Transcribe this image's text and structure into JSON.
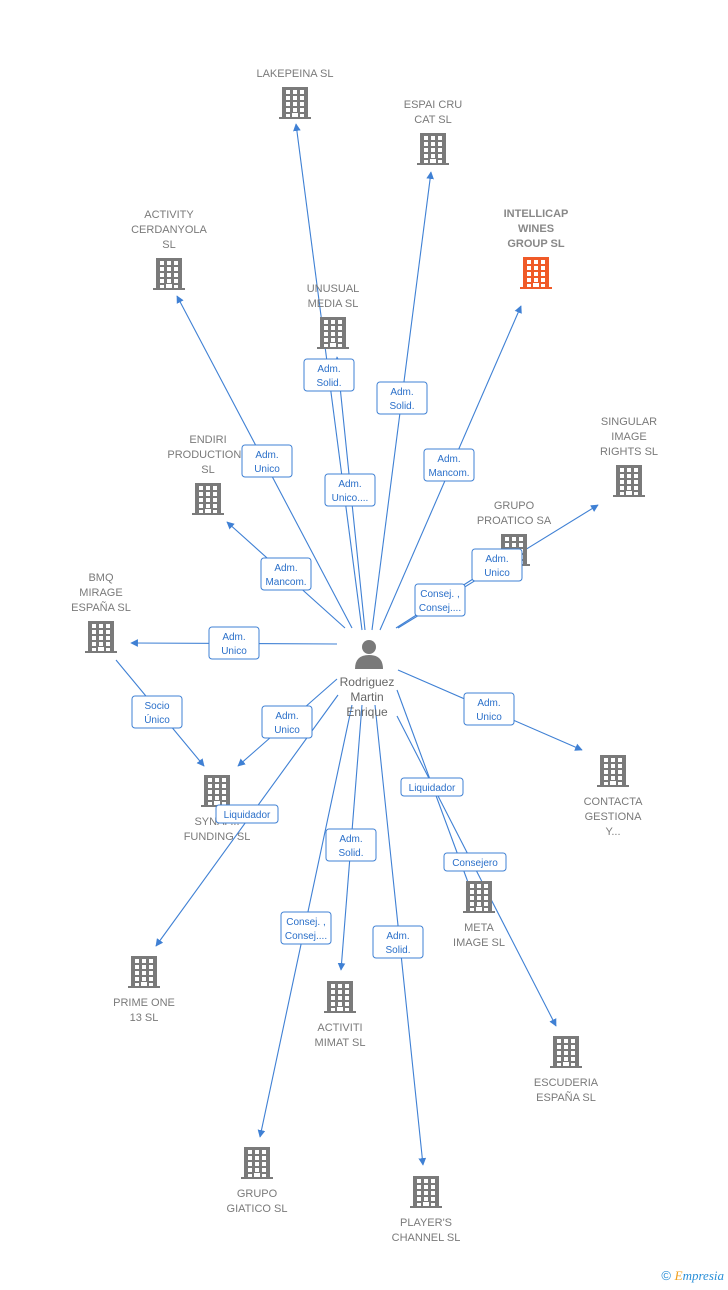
{
  "colors": {
    "edge": "#3f80d4",
    "building": "#7a7a7a",
    "highlight": "#f05a28",
    "label": "#7a7a7a"
  },
  "center": {
    "name_lines": [
      "Rodriguez",
      "Martin",
      "Enrique"
    ],
    "icon": "person-icon"
  },
  "companies": [
    {
      "id": "lakepeina",
      "lines": [
        "LAKEPEINA SL"
      ]
    },
    {
      "id": "espai",
      "lines": [
        "ESPAI CRU",
        "CAT  SL"
      ]
    },
    {
      "id": "intellicap",
      "lines": [
        "INTELLICAP",
        "WINES",
        "GROUP  SL"
      ],
      "highlight": true
    },
    {
      "id": "activity",
      "lines": [
        "ACTIVITY",
        "CERDANYOLA",
        "SL"
      ]
    },
    {
      "id": "unusual",
      "lines": [
        "UNUSUAL",
        "MEDIA SL"
      ]
    },
    {
      "id": "singular",
      "lines": [
        "SINGULAR",
        "IMAGE",
        "RIGHTS  SL"
      ]
    },
    {
      "id": "endiri",
      "lines": [
        "ENDIRI",
        "PRODUCTIONS",
        "SL"
      ]
    },
    {
      "id": "grupo_proatico",
      "lines": [
        "GRUPO",
        "PROATICO SA"
      ]
    },
    {
      "id": "bmq",
      "lines": [
        "BMQ",
        "MIRAGE",
        "ESPAÑA SL"
      ]
    },
    {
      "id": "synap",
      "lines": [
        "SYNAP...",
        "FUNDING  SL"
      ]
    },
    {
      "id": "contacta",
      "lines": [
        "CONTACTA",
        "GESTIONA",
        "Y..."
      ]
    },
    {
      "id": "meta",
      "lines": [
        "META",
        "IMAGE SL"
      ]
    },
    {
      "id": "prime",
      "lines": [
        "PRIME ONE",
        "13  SL"
      ]
    },
    {
      "id": "activiti",
      "lines": [
        "ACTIVITI",
        "MIMAT SL"
      ]
    },
    {
      "id": "escuderia",
      "lines": [
        "ESCUDERIA",
        "ESPAÑA SL"
      ]
    },
    {
      "id": "giatico",
      "lines": [
        "GRUPO",
        "GIATICO SL"
      ]
    },
    {
      "id": "players",
      "lines": [
        "PLAYER'S",
        "CHANNEL SL"
      ]
    }
  ],
  "edges": [
    {
      "to": "lakepeina",
      "label": [
        "Adm.",
        "Solid."
      ]
    },
    {
      "to": "espai",
      "label": [
        "Adm.",
        "Solid."
      ]
    },
    {
      "to": "intellicap",
      "label": [
        "Adm.",
        "Mancom."
      ]
    },
    {
      "to": "activity",
      "label": [
        "Adm.",
        "Unico"
      ]
    },
    {
      "to": "unusual",
      "label": [
        "Adm.",
        "Unico...."
      ]
    },
    {
      "to": "singular",
      "label": [
        "Adm.",
        "Unico"
      ]
    },
    {
      "to": "endiri",
      "label": [
        "Adm.",
        "Mancom."
      ]
    },
    {
      "to": "grupo_proatico",
      "label": [
        "Consej. ,",
        "Consej...."
      ]
    },
    {
      "to": "bmq",
      "label": [
        "Adm.",
        "Unico"
      ]
    },
    {
      "to": "synap",
      "label": [
        "Adm.",
        "Unico"
      ]
    },
    {
      "from": "bmq",
      "to": "synap",
      "label": [
        "Socio",
        "Único"
      ]
    },
    {
      "to": "contacta",
      "label": [
        "Adm.",
        "Unico"
      ]
    },
    {
      "to": "meta",
      "label": [
        "Liquidador"
      ]
    },
    {
      "to": "escuderia",
      "label": [
        "Consejero"
      ]
    },
    {
      "to": "prime",
      "label": [
        "Liquidador"
      ]
    },
    {
      "to": "activiti",
      "label": [
        "Adm.",
        "Solid."
      ]
    },
    {
      "to": "giatico",
      "label": [
        "Consej. ,",
        "Consej...."
      ]
    },
    {
      "to": "players",
      "label": [
        "Adm.",
        "Solid."
      ]
    }
  ],
  "footer": {
    "symbol": "©",
    "brand_first": "E",
    "brand_rest": "mpresia"
  }
}
